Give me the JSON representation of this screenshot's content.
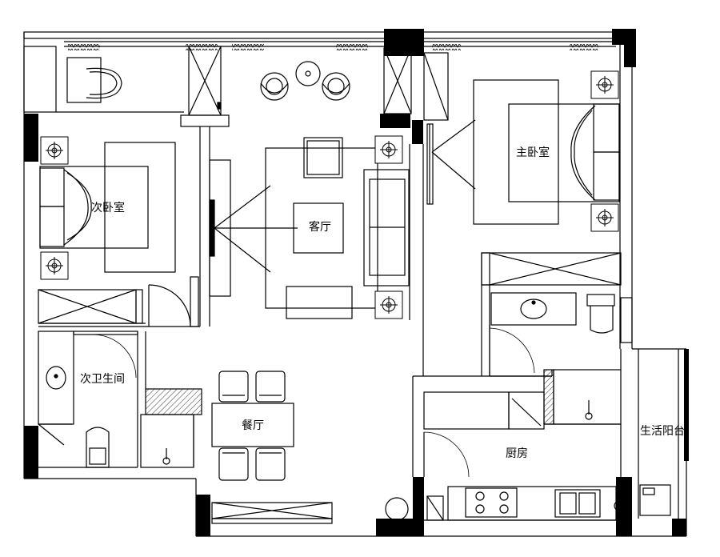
{
  "rooms": {
    "second_bedroom": "次卧室",
    "living_room": "客厅",
    "master_bedroom": "主卧室",
    "second_bathroom": "次卫生间",
    "dining_room": "餐厅",
    "kitchen": "厨房",
    "utility_balcony": "生活阳台"
  },
  "colors": {
    "line": "#000000",
    "wall_fill": "#000000",
    "background": "#ffffff"
  }
}
